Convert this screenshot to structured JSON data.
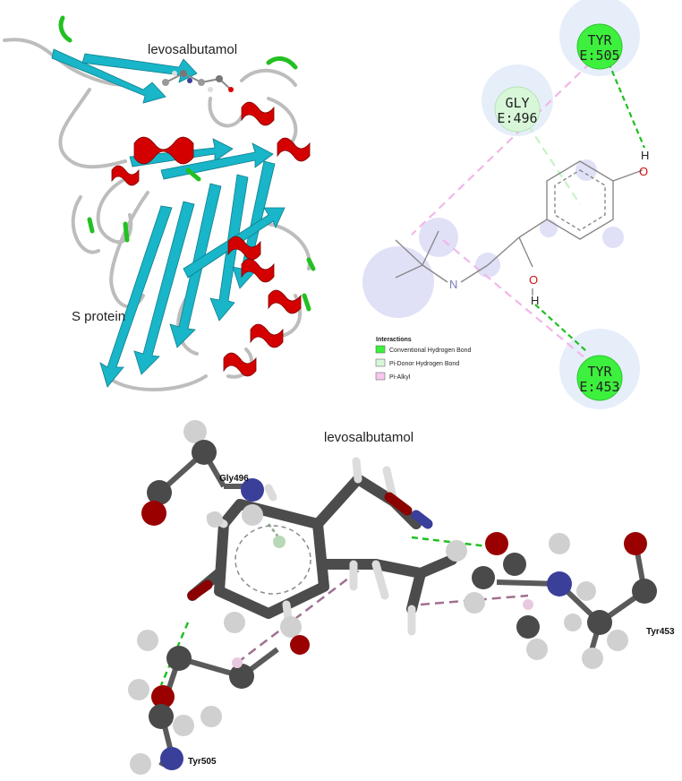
{
  "ribbon_panel": {
    "ligand_label": "levosalbutamol",
    "protein_label": "S protein"
  },
  "interaction_panel": {
    "residues": [
      {
        "id": "tyr505",
        "name": "TYR",
        "chain_pos": "E:505",
        "kind": "Conventional Hydrogen Bond"
      },
      {
        "id": "gly496",
        "name": "GLY",
        "chain_pos": "E:496",
        "kind": "Pi-Donor Hydrogen Bond"
      },
      {
        "id": "tyr453",
        "name": "TYR",
        "chain_pos": "E:453",
        "kind": "Conventional Hydrogen Bond"
      }
    ],
    "atoms": {
      "h1": "H",
      "o1": "O",
      "n1": "N",
      "o2": "O",
      "h2": "H"
    },
    "legend": {
      "title": "Interactions",
      "items": [
        {
          "label": "Conventional Hydrogen Bond",
          "color": "#3ef03e"
        },
        {
          "label": "Pi-Donor Hydrogen Bond",
          "color": "#d8f7d8"
        },
        {
          "label": "Pi-Alkyl",
          "color": "#f8c8f0"
        }
      ]
    }
  },
  "view3d_panel": {
    "ligand_label": "levosalbutamol",
    "residue_labels": {
      "gly": "Gly496",
      "tyr505": "Tyr505",
      "tyr453": "Tyr453"
    }
  },
  "colors": {
    "helix": "#d40000",
    "strand": "#19b5c8",
    "turn": "#22c022",
    "coil": "#bbbbbb",
    "carbon": "#555555",
    "oxygen": "#b00000",
    "nitrogen": "#3a3f9a",
    "hydrogen": "#d6d6d6",
    "hbond": "#20c020",
    "pialkyl": "#a07090"
  }
}
